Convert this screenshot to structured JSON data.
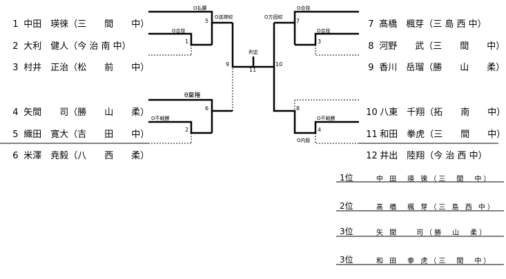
{
  "players_left": [
    {
      "seed": "1",
      "name": "中田　瑛徠（三　　間　　中）"
    },
    {
      "seed": "2",
      "name": "大利　健人（今 治 南 中）"
    },
    {
      "seed": "3",
      "name": "村井　正治（松　　前　　中）"
    },
    {
      "seed": "4",
      "name": "矢間　　司（勝　　山　　柔）"
    },
    {
      "seed": "5",
      "name": "織田　寛大（吉　　田　　中）"
    },
    {
      "seed": "6",
      "name": "米澤　尭毅（八　　西　　柔）"
    }
  ],
  "players_right": [
    {
      "seed": "7",
      "name": "髙橋　楓芽（三 島 西 中）"
    },
    {
      "seed": "8",
      "name": "河野　　武（三　　間　　中）"
    },
    {
      "seed": "9",
      "name": "香川　岳瑠（勝　　山　　柔）"
    },
    {
      "seed": "10",
      "name": "八東　千翔（拓　　南　　中）"
    },
    {
      "seed": "11",
      "name": "和田　拳虎（三　　間　　中）"
    },
    {
      "seed": "12",
      "name": "井出　陸翔（今 治 西 中）"
    }
  ],
  "match_numbers": [
    "1",
    "2",
    "3",
    "4",
    "5",
    "6",
    "7",
    "8",
    "9",
    "10",
    "11"
  ],
  "results": {
    "m1": "O合技",
    "m2": "O不戦勝",
    "m3": "O合技",
    "m4": "O不戦勝",
    "m5": "O払腰",
    "m6": "θ棄権",
    "m7": "O合技",
    "m8": "O内股",
    "m9": "O送襟絞",
    "m10": "O方固絞",
    "m11": "判定"
  },
  "rankings": [
    {
      "place": "1位",
      "name": "中 田　瑛 徠（三　間　中）"
    },
    {
      "place": "2位",
      "name": "髙 橋　楓 芽（三 島 西 中）"
    },
    {
      "place": "3位",
      "name": "矢 間　　司（勝　山　柔）"
    },
    {
      "place": "3位",
      "name": "和 田　拳 虎（三　間　中）"
    }
  ]
}
